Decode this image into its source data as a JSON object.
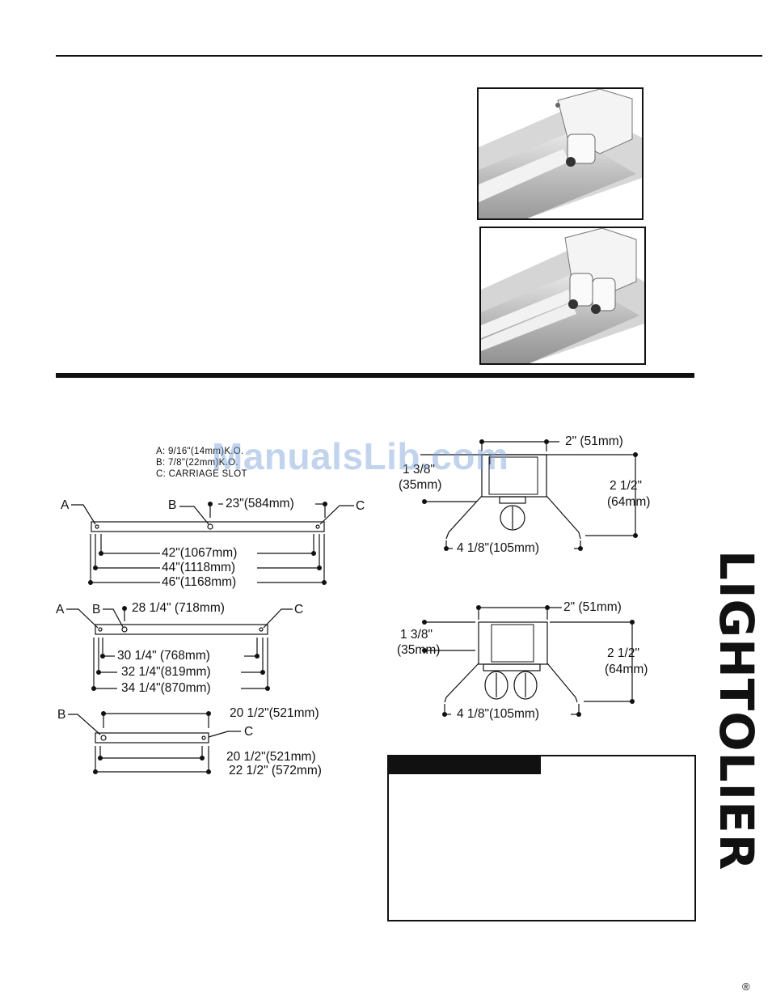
{
  "watermark": "ManualsLib.com",
  "legend": {
    "a": "A: 9/16\"(14mm)K.O.",
    "b": "B: 7/8\"(22mm)K.O.",
    "c": "C: CARRIAGE SLOT"
  },
  "channel_4ft": {
    "label_a": "A",
    "label_b": "B",
    "label_c": "C",
    "dim_b": "23\"(584mm)",
    "dim_1": "42\"(1067mm)",
    "dim_2": "44\"(1118mm)",
    "dim_3": "46\"(1168mm)"
  },
  "channel_3ft": {
    "label_a": "A",
    "label_b": "B",
    "label_c": "C",
    "dim_b": "28  1/4\"  (718mm)",
    "dim_1": "30  1/4\"  (768mm)",
    "dim_2": "32  1/4\"(819mm)",
    "dim_3": "34  1/4\"(870mm)"
  },
  "channel_2ft": {
    "label_b": "B",
    "label_c": "C",
    "dim_b": "20  1/2\"(521mm)",
    "dim_1": "20  1/2\"(521mm)",
    "dim_2": "22  1/2\"  (572mm)"
  },
  "section_single": {
    "width_top": "2\"  (51mm)",
    "side_1": "1  3/8\"",
    "side_2": "(35mm)",
    "height_1": "2  1/2\"",
    "height_2": "(64mm)",
    "base": "4  1/8\"(105mm)"
  },
  "section_double": {
    "width_top": "2\"  (51mm)",
    "side_1": "1  3/8\"",
    "side_2": "(35mm)",
    "height_1": "2  1/2\"",
    "height_2": "(64mm)",
    "base": "4  1/8\"(105mm)"
  },
  "brand": {
    "name": "LIGHTOLIER",
    "reg": "®"
  }
}
